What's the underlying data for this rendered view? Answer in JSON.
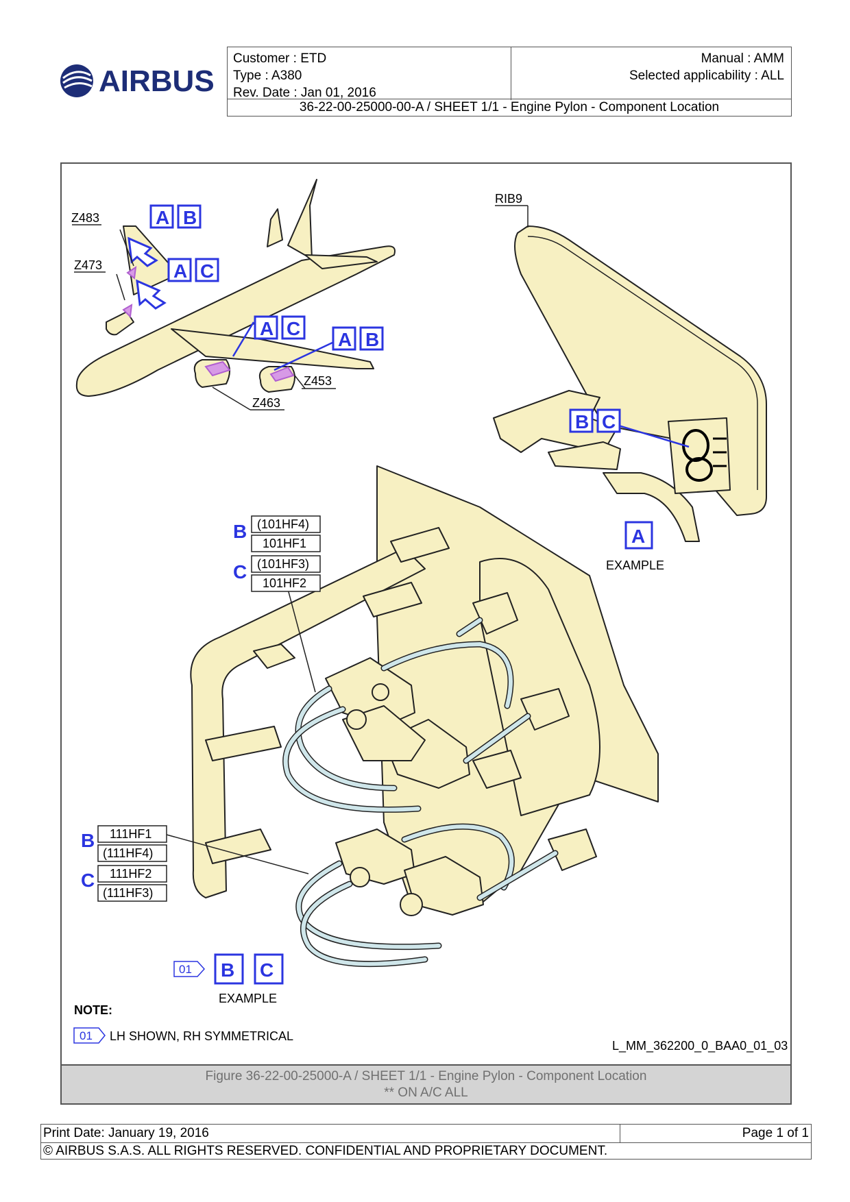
{
  "header": {
    "logo_text": "AIRBUS",
    "customer": "Customer : ETD",
    "type": "Type : A380",
    "rev_date": "Rev. Date : Jan 01, 2016",
    "manual": "Manual : AMM",
    "applicability": "Selected applicability : ALL",
    "doc_title": "36-22-00-25000-00-A / SHEET 1/1 - Engine Pylon - Component Location"
  },
  "aircraft_view": {
    "zones": [
      "Z483",
      "Z473",
      "Z463",
      "Z453"
    ],
    "callouts": [
      "A",
      "B",
      "A",
      "C",
      "A",
      "C",
      "A",
      "B"
    ]
  },
  "view_a": {
    "rib_label": "RIB9",
    "callouts": [
      "B",
      "C"
    ],
    "view_letter": "A",
    "caption": "EXAMPLE"
  },
  "view_bc": {
    "upper_labels": {
      "b_letter": "B",
      "c_letter": "C",
      "items": [
        "(101HF4)",
        "101HF1",
        "(101HF3)",
        "101HF2"
      ]
    },
    "lower_labels": {
      "b_letter": "B",
      "c_letter": "C",
      "items": [
        "111HF1",
        "(111HF4)",
        "111HF2",
        "(111HF3)"
      ]
    },
    "note_flag": "01",
    "view_letters": [
      "B",
      "C"
    ],
    "caption": "EXAMPLE"
  },
  "notes": {
    "heading": "NOTE:",
    "flag": "01",
    "text": "LH SHOWN, RH SYMMETRICAL"
  },
  "drawing_ref": "L_MM_362200_0_BAA0_01_03",
  "figure_caption": {
    "line1": "Figure 36-22-00-25000-A / SHEET 1/1 - Engine Pylon - Component Location",
    "line2": "** ON A/C ALL"
  },
  "footer": {
    "print_date": "Print Date: January 19, 2016",
    "page": "Page 1 of 1",
    "copyright": "© AIRBUS S.A.S. ALL RIGHTS RESERVED. CONFIDENTIAL AND PROPRIETARY DOCUMENT."
  },
  "colors": {
    "part_fill": "#f7f0c2",
    "callout_blue": "#2b35e0",
    "pipe": "#cfe6ea",
    "highlight": "#c070d8"
  }
}
